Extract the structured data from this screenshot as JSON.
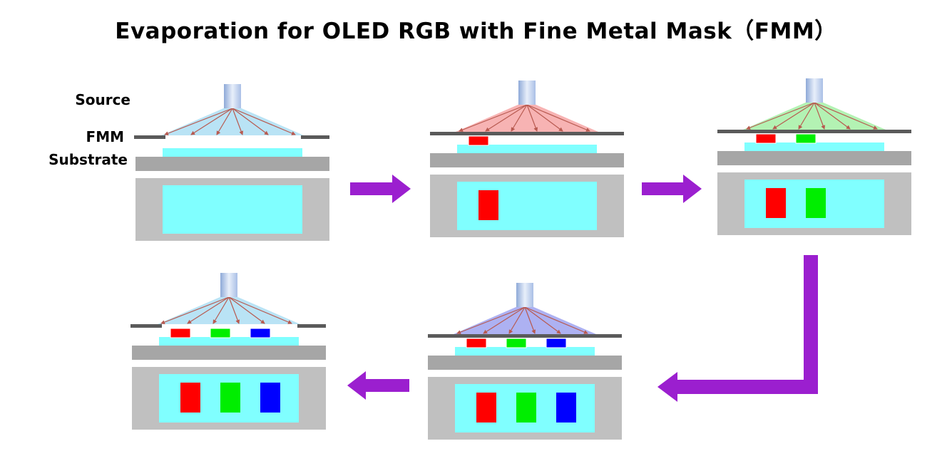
{
  "title": "Evaporation for OLED RGB with Fine Metal Mask（FMM）",
  "labels": {
    "source": "Source",
    "fmm": "FMM",
    "substrate": "Substrate"
  },
  "colors": {
    "substrate_glass": "#80ffff",
    "stage_gray": "#a6a6a6",
    "frame_gray": "#c0c0c0",
    "mask_dark": "#5a5a5a",
    "arrow_purple": "#9b1fcf",
    "red": "#ff0000",
    "green": "#00ee00",
    "blue": "#0000ff",
    "plume_open": "#b9e3f5",
    "plume_red": "#f7b3b3",
    "plume_green": "#b3f2b3",
    "plume_blue": "#adb1f2",
    "ray": "#b85a50"
  },
  "steps": [
    {
      "step": 1,
      "plume": "open",
      "deposited": []
    },
    {
      "step": 2,
      "plume": "red",
      "deposited": [
        "red"
      ]
    },
    {
      "step": 3,
      "plume": "green",
      "deposited": [
        "red",
        "green"
      ]
    },
    {
      "step": 4,
      "plume": "blue",
      "deposited": [
        "red",
        "green",
        "blue"
      ]
    },
    {
      "step": 5,
      "plume": "open",
      "deposited": [
        "red",
        "green",
        "blue"
      ]
    }
  ]
}
